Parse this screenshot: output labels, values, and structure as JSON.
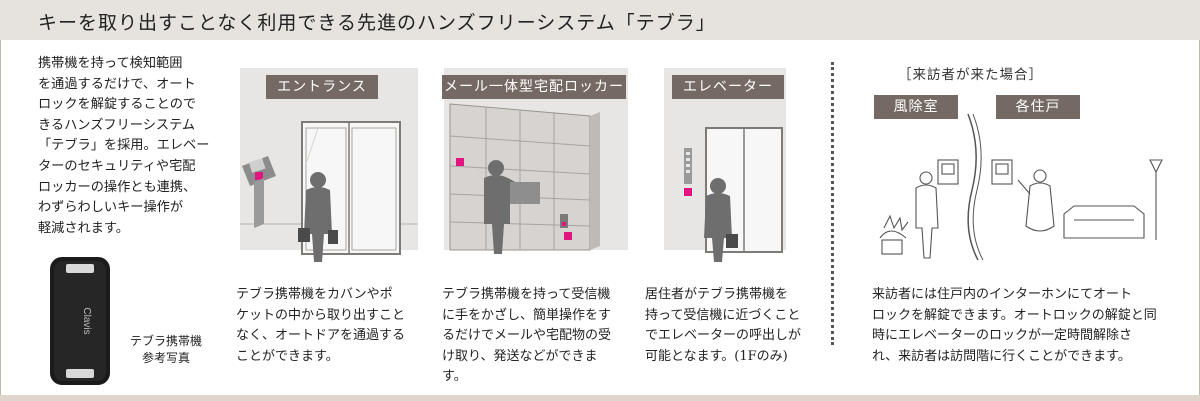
{
  "header": {
    "title": "キーを取り出すことなく利用できる先進のハンズフリーシステム「テブラ」"
  },
  "intro": {
    "lines": [
      "携帯機を持って検知範囲",
      "を通過するだけで、オート",
      "ロックを解錠することので",
      "きるハンズフリーシステム",
      "「テブラ」を採用。エレベー",
      "ターのセキュリティや宅配",
      "ロッカーの操作とも連携、",
      "わずらわしいキー操作が",
      "軽減されます。"
    ]
  },
  "device": {
    "caption_lines": [
      "テブラ携帯機",
      "参考写真"
    ],
    "brand": "Clavis"
  },
  "scenes": {
    "entrance": {
      "label": "エントランス",
      "desc_lines": [
        "テブラ携帯機をカバンやポ",
        "ケットの中から取り出すこと",
        "なく、オートドアを通過する",
        "ことができます。"
      ]
    },
    "locker": {
      "label": "メール一体型宅配ロッカー",
      "desc_lines": [
        "テブラ携帯機を持って受信機",
        "に手をかざし、簡単操作をす",
        "るだけでメールや宅配物の受",
        "け取り、発送などができます。"
      ]
    },
    "elevator": {
      "label": "エレベーター",
      "desc_lines": [
        "居住者がテブラ携帯機を",
        "持って受信機に近づくこと",
        "でエレベーターの呼出しが",
        "可能となます。(1Fのみ)"
      ]
    }
  },
  "visitor": {
    "title": "［来訪者が来た場合］",
    "label_windbreak": "風除室",
    "label_unit": "各住戸",
    "desc_lines": [
      "来訪者には住戸内のインターホンにてオート",
      "ロックを解錠できます。オートロックの解錠と同",
      "時にエレベーターのロックが一定時間解除さ",
      "れ、来訪者は訪問階に行くことができます。"
    ]
  },
  "colors": {
    "header_bg": "#e6e2dd",
    "label_bg": "#756a63",
    "accent_pink": "#e0157f",
    "wall": "#e8e6e4",
    "silhouette": "#6e6e6e"
  }
}
